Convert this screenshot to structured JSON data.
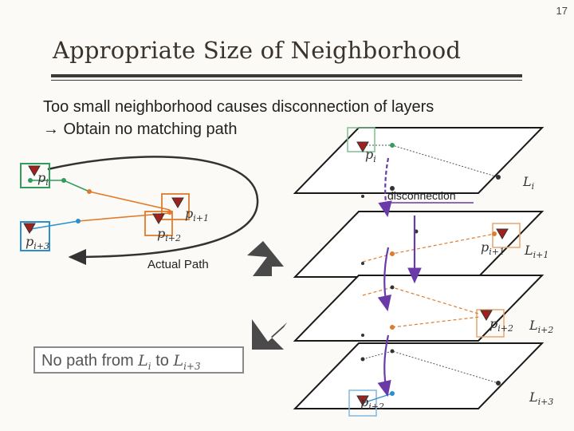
{
  "slide_number": "17",
  "title": "Appropriate Size of Neighborhood",
  "body": {
    "line1": "Too small neighborhood causes disconnection of layers",
    "line2": "→ Obtain no matching path"
  },
  "left_diagram": {
    "labels": [
      {
        "base": "p",
        "sub": "i"
      },
      {
        "base": "p",
        "sub": "i+1"
      },
      {
        "base": "p",
        "sub": "i+2"
      },
      {
        "base": "p",
        "sub": "i+3"
      }
    ],
    "actual_path_label": "Actual Path"
  },
  "layers": {
    "names": [
      {
        "base": "L",
        "sub": "i"
      },
      {
        "base": "L",
        "sub": "i+1"
      },
      {
        "base": "L",
        "sub": "i+2"
      },
      {
        "base": "L",
        "sub": "i+3"
      }
    ],
    "point_labels": [
      {
        "base": "p",
        "sub": "i"
      },
      {
        "base": "p",
        "sub": "i+1"
      },
      {
        "base": "p",
        "sub": "i+2"
      },
      {
        "base": "p",
        "sub": "i+2"
      }
    ],
    "disconnection_label": "disconnection"
  },
  "result": {
    "prefix": "No path from ",
    "from": {
      "base": "L",
      "sub": "i"
    },
    "middle": " to ",
    "to": {
      "base": "L",
      "sub": "i+3"
    }
  },
  "colors": {
    "green": "#2e9e5b",
    "orange": "#e07b2c",
    "blue": "#2a8fd0",
    "purple": "#6a3aa8",
    "marker_red": "#a3211c",
    "plane_stroke": "#1a1a1a"
  }
}
